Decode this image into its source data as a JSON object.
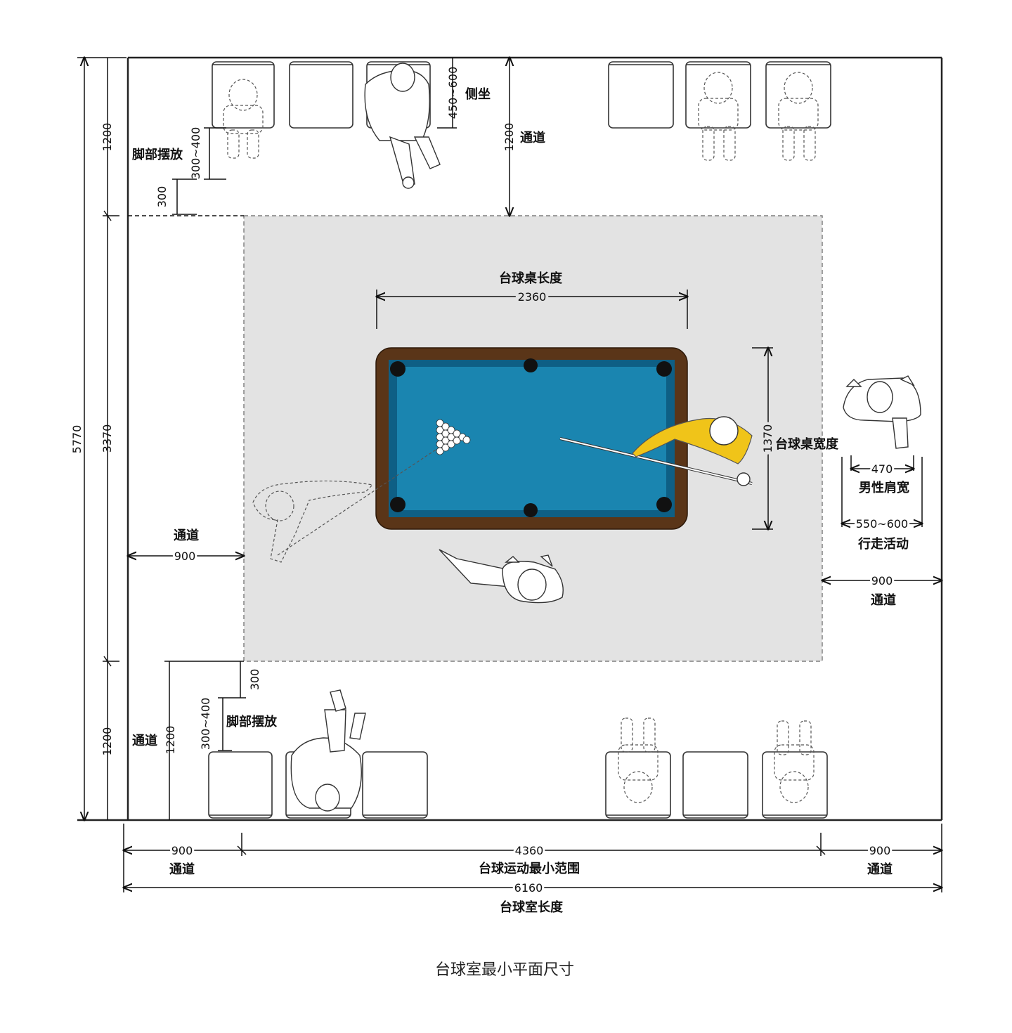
{
  "caption": "台球室最小平面尺寸",
  "colors": {
    "cloth": "#1a85b0",
    "rail": "#5a3518",
    "cushion": "#0e5f85",
    "zone": "#e3e3e3",
    "player_shirt": "#f0c419"
  },
  "dims": {
    "room_width": "5770",
    "mid_span": "3370",
    "top_band": "1200",
    "bottom_band": "1200",
    "aisle_top": "1200",
    "aisle_bottom": "1200",
    "foot_top": "300~400",
    "gap_top": "300",
    "foot_bottom": "300~400",
    "gap_bottom": "300",
    "side_seat": "450~600",
    "table_length": "2360",
    "table_width": "1370",
    "shoulder": "470",
    "walk": "550~600",
    "aisle_left": "900",
    "aisle_right": "900",
    "bottom_left": "900",
    "bottom_mid": "4360",
    "bottom_right": "900",
    "room_length": "6160"
  },
  "labels": {
    "side_seat": "侧坐",
    "aisle": "通道",
    "foot_top": "脚部摆放",
    "foot_bottom": "脚部摆放",
    "table_length": "台球桌长度",
    "table_width": "台球桌宽度",
    "shoulder": "男性肩宽",
    "walk": "行走活动",
    "min_range": "台球运动最小范围",
    "room_length": "台球室长度"
  }
}
